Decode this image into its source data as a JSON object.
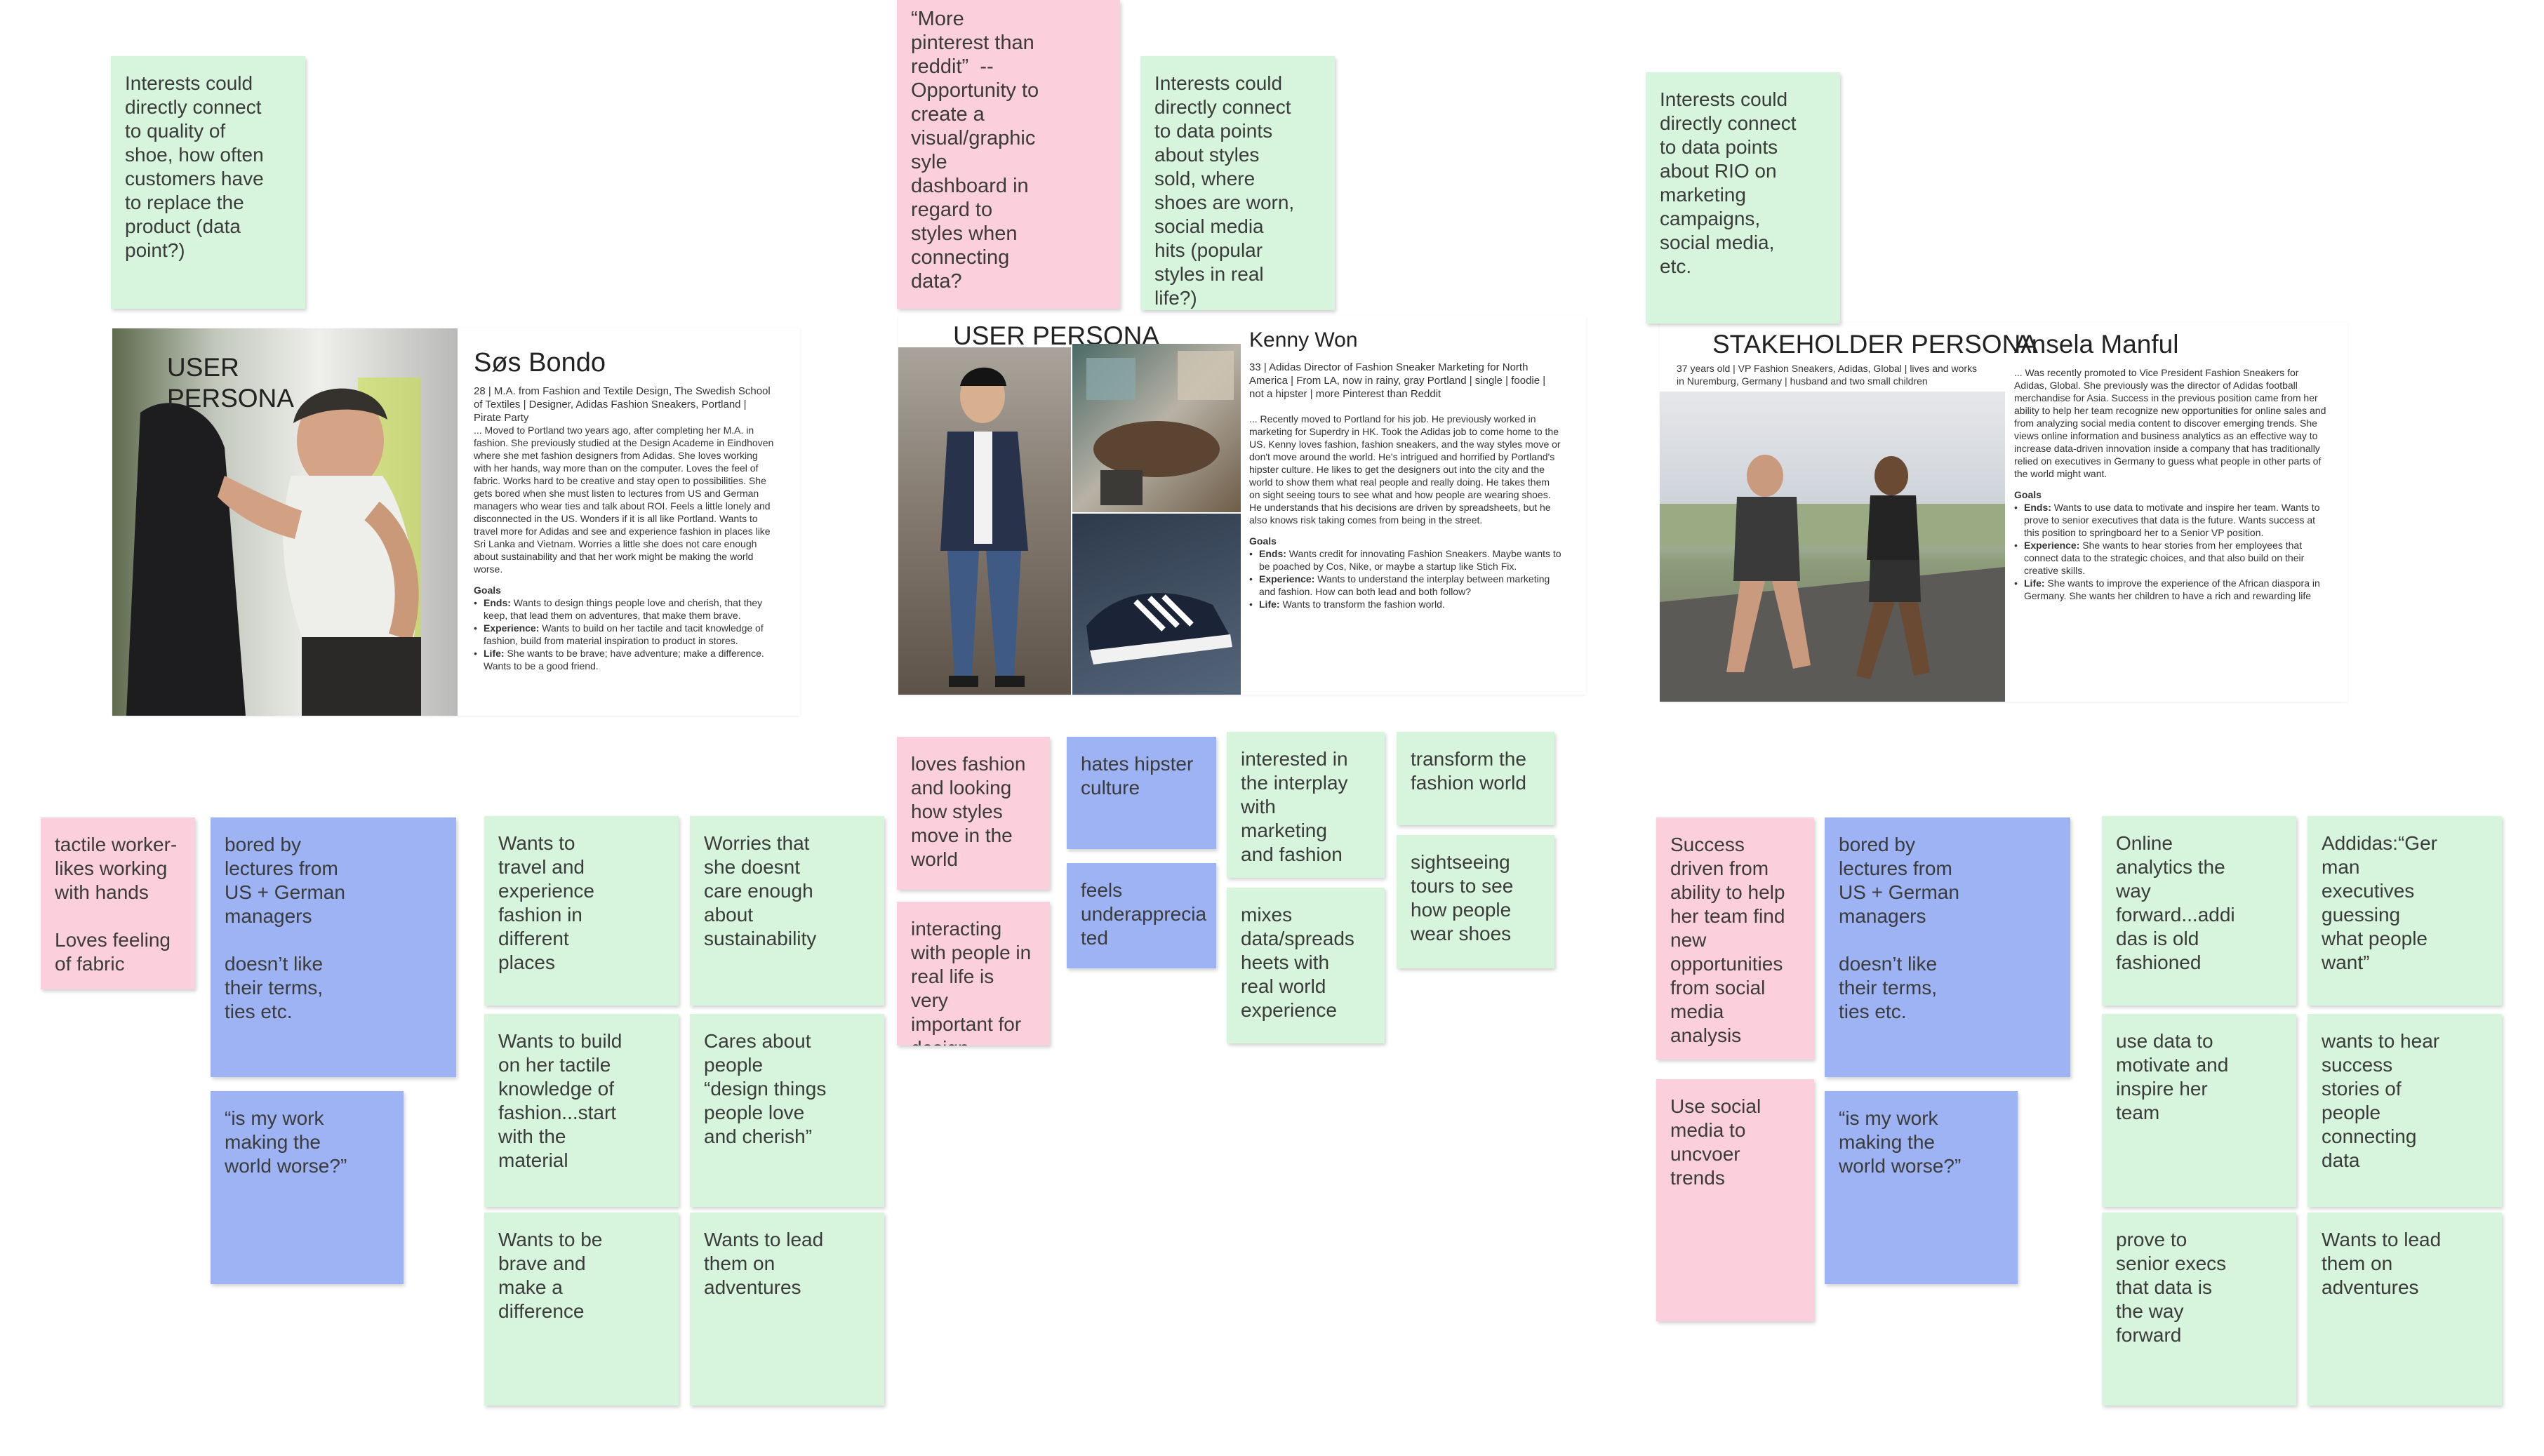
{
  "personas": [
    {
      "title": "USER\nPERSONA",
      "name": "Søs Bondo",
      "meta": "28 | M.A. from Fashion and Textile Design, The Swedish School of Textiles | Designer, Adidas Fashion Sneakers, Portland | Pirate Party",
      "bio": "... Moved to Portland two years ago, after completing her M.A. in fashion. She previously studied at the Design Academe in Eindhoven where she met fashion designers from Adidas. She loves working with her hands, way more than on the computer. Loves the feel of fabric. Works hard to be creative and stay open to possibilities. She gets bored when she must listen to lectures from US and German managers who wear ties and talk about ROI. Feels a little lonely and disconnected in the US. Wonders if it is all like Portland. Wants to travel more for Adidas and see and experience fashion in places like Sri Lanka and Vietnam. Worries a little she does not care enough about sustainability and that her work might be making the world worse.",
      "goals_heading": "Goals",
      "goals": [
        {
          "label": "Ends:",
          "text": "Wants to design things people love and cherish, that they keep, that lead them on adventures, that make them brave."
        },
        {
          "label": "Experience:",
          "text": "Wants to build on her tactile and tacit knowledge of fashion, build from material inspiration to product in stores."
        },
        {
          "label": "Life:",
          "text": "She wants to be brave; have adventure; make a difference. Wants to be a good friend."
        }
      ]
    },
    {
      "title": "USER PERSONA",
      "name": "Kenny Won",
      "meta": "33 | Adidas Director of Fashion Sneaker Marketing for North America | From LA, now in rainy, gray Portland | single | foodie | not a hipster | more Pinterest than Reddit",
      "bio": "... Recently moved to Portland for his job. He previously worked in marketing for Superdry in HK. Took the Adidas job to come home to the US. Kenny loves fashion, fashion sneakers, and the way styles move or don't move around the world. He's intrigued and horrified by Portland's hipster culture. He likes to get the designers out into the city and the world to show them what real people and really doing. He takes them on sight seeing tours to see what and how people are wearing shoes. He understands that his decisions are driven by spreadsheets, but he also knows risk taking comes from being in the street.",
      "goals_heading": "Goals",
      "goals": [
        {
          "label": "Ends:",
          "text": "Wants credit for innovating Fashion Sneakers. Maybe wants to be poached by Cos, Nike, or maybe a startup like Stich Fix."
        },
        {
          "label": "Experience:",
          "text": "Wants to understand the interplay between marketing and fashion. How can both lead and both follow?"
        },
        {
          "label": "Life:",
          "text": "Wants to transform the fashion world."
        }
      ]
    },
    {
      "title": "STAKEHOLDER PERSONA",
      "name": "Ansela Manful",
      "meta": "37 years old | VP Fashion Sneakers, Adidas, Global | lives and works in Nuremburg, Germany | husband and two small children",
      "bio": "... Was recently promoted to Vice President Fashion Sneakers for Adidas, Global. She previously was the director of Adidas football merchandise for Asia. Success in the previous position came from her ability to help her team recognize new opportunities for online sales and from analyzing social media content to discover emerging trends. She views online information and business analytics as an effective way to increase data-driven innovation inside a company that has traditionally relied on executives in Germany to guess what people in other parts of the world might want.",
      "goals_heading": "Goals",
      "goals": [
        {
          "label": "Ends:",
          "text": "Wants to use data to motivate and inspire her team. Wants to prove to senior executives that data is the future. Wants success at this position to springboard her to a Senior VP position."
        },
        {
          "label": "Experience:",
          "text": "She wants to hear stories from her employees that connect data to the strategic choices, and that also build on their creative skills."
        },
        {
          "label": "Life:",
          "text": "She wants to improve the experience of the African diaspora in Germany. She wants her children to have a rich and rewarding life"
        }
      ]
    }
  ],
  "notes": [
    {
      "id": "n01",
      "color": "green",
      "text": "Interests could\ndirectly connect\nto quality of\nshoe, how often\ncustomers have\nto replace the\nproduct (data\npoint?)"
    },
    {
      "id": "n02",
      "color": "pink",
      "text": "“More\npinterest than\nreddit”  --\nOpportunity to\ncreate a\nvisual/graphic\nsyle\ndashboard in\nregard to\nstyles when\nconnecting\ndata?"
    },
    {
      "id": "n03",
      "color": "green",
      "text": "Interests could\ndirectly connect\nto data points\nabout styles\nsold, where\nshoes are worn,\nsocial media\nhits (popular\nstyles in real\nlife?)"
    },
    {
      "id": "n04",
      "color": "green",
      "text": "Interests could\ndirectly connect\nto data points\nabout RIO on\nmarketing\ncampaigns,\nsocial media,\netc."
    },
    {
      "id": "n05",
      "color": "pink",
      "text": "tactile worker-\nlikes working\nwith hands\n\nLoves feeling\nof fabric"
    },
    {
      "id": "n06",
      "color": "blue",
      "text": "bored by\nlectures from\nUS + German\nmanagers\n\ndoesn’t like\ntheir terms,\nties etc."
    },
    {
      "id": "n07",
      "color": "blue",
      "text": "“is my work\nmaking the\nworld worse?”"
    },
    {
      "id": "n08",
      "color": "green",
      "text": "Wants to\ntravel and\nexperience\nfashion in\ndifferent\nplaces"
    },
    {
      "id": "n09",
      "color": "green",
      "text": "Worries that\nshe doesnt\ncare enough\nabout\nsustainability"
    },
    {
      "id": "n10",
      "color": "green",
      "text": "Wants to build\non her tactile\nknowledge of\nfashion...start\nwith the\nmaterial"
    },
    {
      "id": "n11",
      "color": "green",
      "text": "Cares about\npeople\n“design things\npeople love\nand cherish”"
    },
    {
      "id": "n12",
      "color": "green",
      "text": "Wants to be\nbrave and\nmake a\ndifference"
    },
    {
      "id": "n13",
      "color": "green",
      "text": "Wants to lead\nthem on\nadventures"
    },
    {
      "id": "n14",
      "color": "pink",
      "text": "loves fashion\nand looking\nhow styles\nmove in the\nworld"
    },
    {
      "id": "n15",
      "color": "blue",
      "text": "hates hipster\nculture"
    },
    {
      "id": "n16",
      "color": "green",
      "text": "interested in\nthe interplay\nwith\nmarketing\nand fashion"
    },
    {
      "id": "n17",
      "color": "green",
      "text": "transform the\nfashion world"
    },
    {
      "id": "n18",
      "color": "pink",
      "text": "interacting\nwith people in\nreal life is very\nimportant for\ndesign"
    },
    {
      "id": "n19",
      "color": "blue",
      "text": "feels\nunderapprecia\nted"
    },
    {
      "id": "n20",
      "color": "green",
      "text": "mixes\ndata/spreads\nheets with\nreal world\nexperience"
    },
    {
      "id": "n21",
      "color": "green",
      "text": "sightseeing\ntours to see\nhow people\nwear shoes"
    },
    {
      "id": "n22",
      "color": "pink",
      "text": "Success\ndriven from\nability to help\nher team find\nnew\nopportunities\nfrom social\nmedia\nanalysis"
    },
    {
      "id": "n23",
      "color": "blue",
      "text": "bored by\nlectures from\nUS + German\nmanagers\n\ndoesn’t like\ntheir terms,\nties etc."
    },
    {
      "id": "n24",
      "color": "green",
      "text": "Online\nanalytics the\nway\nforward...addi\ndas is old\nfashioned"
    },
    {
      "id": "n25",
      "color": "green",
      "text": "Addidas:“Ger\nman\nexecutives\nguessing\nwhat people\nwant”"
    },
    {
      "id": "n26",
      "color": "pink",
      "text": "Use social\nmedia to\nuncvoer\ntrends"
    },
    {
      "id": "n27",
      "color": "blue",
      "text": "“is my work\nmaking the\nworld worse?”"
    },
    {
      "id": "n28",
      "color": "green",
      "text": "use data to\nmotivate and\ninspire her\nteam"
    },
    {
      "id": "n29",
      "color": "green",
      "text": "wants to hear\nsuccess\nstories of\npeople\nconnecting\ndata"
    },
    {
      "id": "n30",
      "color": "green",
      "text": "prove to\nsenior execs\nthat data is\nthe way\nforward"
    },
    {
      "id": "n31",
      "color": "green",
      "text": "Wants to lead\nthem on\nadventures"
    }
  ],
  "photos": {
    "p1": "photo-woman-with-fabric",
    "p2a": "photo-man-street",
    "p2b": "photo-cafe-interior",
    "p2c": "photo-sneakers",
    "p3": "photo-runners"
  },
  "colors": {
    "green": "#d6f5dc",
    "pink": "#fccfdc",
    "blue": "#9db3f4"
  }
}
